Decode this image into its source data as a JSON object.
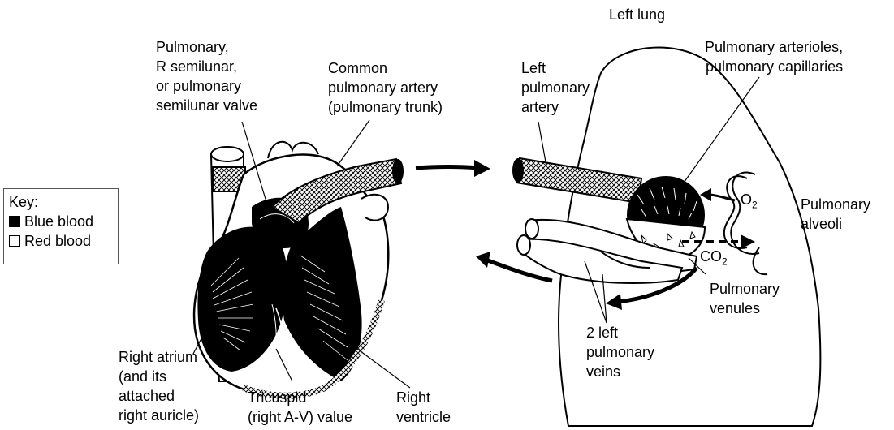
{
  "labels": {
    "left_lung": "Left lung",
    "pulmonary_valve": [
      "Pulmonary,",
      "R semilunar,",
      "or pulmonary",
      "semilunar valve"
    ],
    "common_pulmonary_artery": [
      "Common",
      "pulmonary artery",
      "(pulmonary trunk)"
    ],
    "left_pulmonary_artery": [
      "Left",
      "pulmonary",
      "artery"
    ],
    "arterioles_capillaries": [
      "Pulmonary arterioles,",
      "pulmonary capillaries"
    ],
    "pulmonary_alveoli": [
      "Pulmonary",
      "alveoli"
    ],
    "o2": {
      "base": "O",
      "sub": "2"
    },
    "co2": {
      "base": "CO",
      "sub": "2"
    },
    "pulmonary_venules": [
      "Pulmonary",
      "venules"
    ],
    "left_pulmonary_veins": [
      "2 left",
      "pulmonary",
      "veins"
    ],
    "right_atrium": [
      "Right atrium",
      "(and its",
      "attached",
      "right auricle)"
    ],
    "tricuspid": [
      "Tricuspid",
      "(right A-V) value"
    ],
    "right_ventricle": [
      "Right",
      "ventricle"
    ]
  },
  "key": {
    "title": "Key:",
    "items": [
      {
        "label": "Blue blood",
        "fill": "#000000"
      },
      {
        "label": "Red blood",
        "fill": "#ffffff"
      }
    ]
  }
}
